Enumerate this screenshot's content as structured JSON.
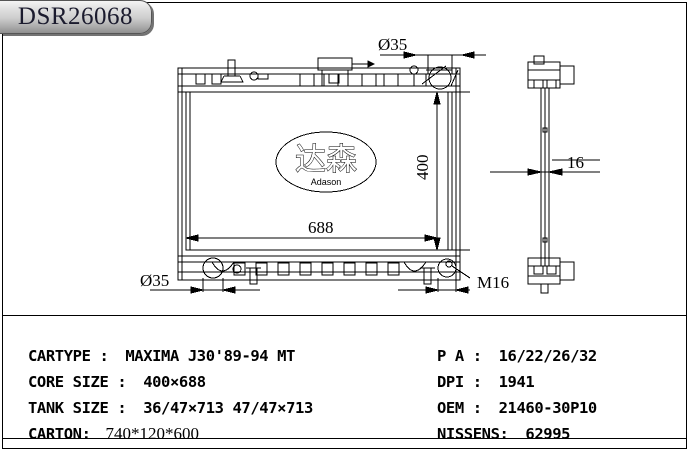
{
  "title_banner": {
    "part_number": "DSR26068"
  },
  "drawing": {
    "logo": {
      "characters": "达森",
      "brand": "Adason"
    },
    "dimensions": {
      "top_inlet_diameter": "Ø35",
      "core_height": "400",
      "core_width": "688",
      "bottom_outlet_diameter": "Ø35",
      "drain_thread": "M16",
      "side_thickness": "16"
    }
  },
  "spec_table": {
    "left_column": [
      {
        "label": "CARTYPE :",
        "value": "MAXIMA J30'89-94 MT",
        "style": "mono"
      },
      {
        "label": "CORE SIZE :",
        "value": "400×688",
        "style": "mono"
      },
      {
        "label": "TANK SIZE :",
        "value": "36/47×713  47/47×713",
        "style": "mono"
      },
      {
        "label": "CARTON:",
        "value": "740*120*600",
        "style": "serif"
      }
    ],
    "right_column": [
      {
        "label": "P A :",
        "value": "16/22/26/32",
        "style": "mono"
      },
      {
        "label": "DPI :",
        "value": "1941",
        "style": "mono"
      },
      {
        "label": "OEM :",
        "value": "21460-30P10",
        "style": "mono"
      },
      {
        "label": "NISSENS:",
        "value": "62995",
        "style": "mono"
      }
    ]
  },
  "colors": {
    "line": "#000000",
    "background": "#ffffff",
    "banner_text": "#1b1b2e"
  }
}
